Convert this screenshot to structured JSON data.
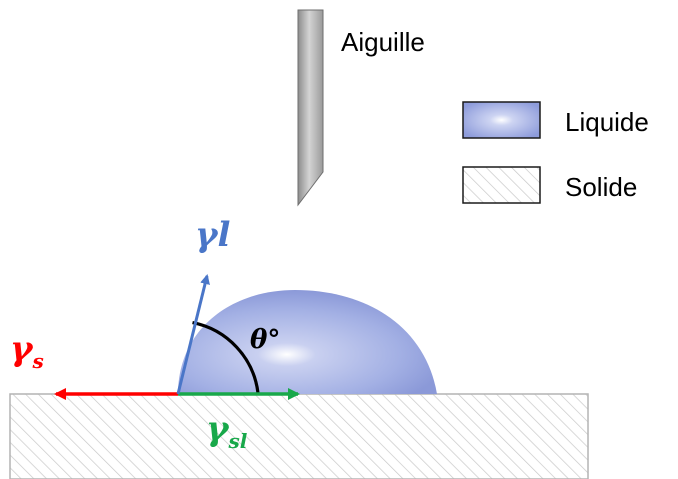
{
  "labels": {
    "needle": "Aiguille",
    "gamma_l": "γl",
    "gamma_s_base": "γ",
    "gamma_s_sub": "s",
    "gamma_sl_base": "γ",
    "gamma_sl_sub": "sl",
    "theta": "θ°"
  },
  "legend": {
    "liquid": "Liquide",
    "solid": "Solide"
  },
  "colors": {
    "gamma_l": "#4a76c8",
    "gamma_s": "#ff0000",
    "gamma_sl": "#18a84a",
    "needle": "#a6a6a6",
    "liquid": "#8f9fdc",
    "solid_hatch": "#c8c8c8"
  }
}
